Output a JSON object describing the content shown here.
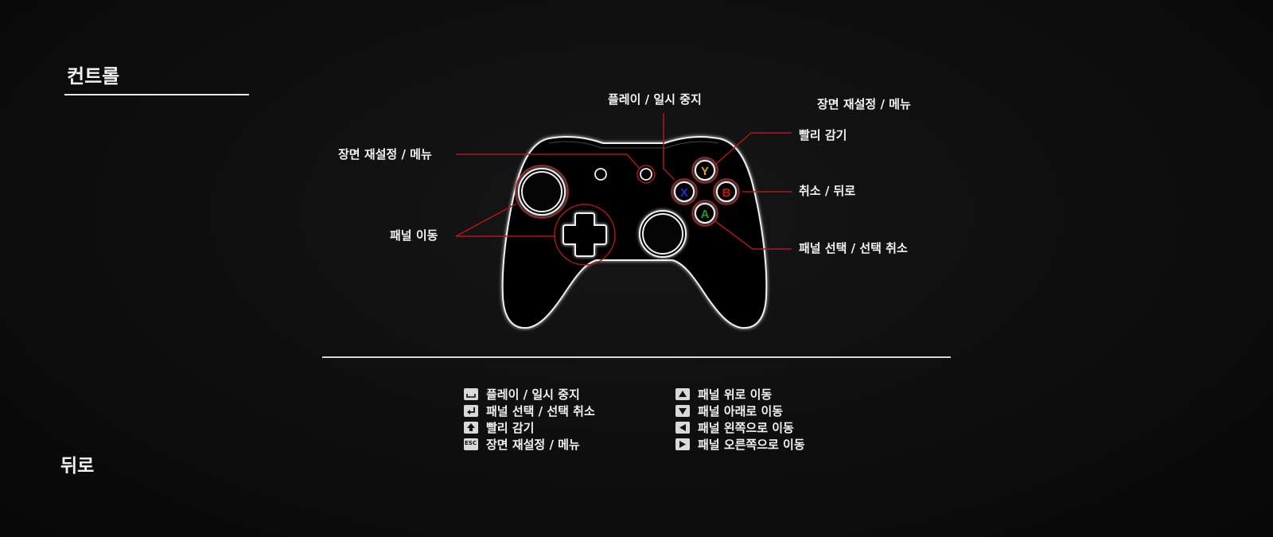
{
  "page": {
    "title": "컨트롤",
    "back_label": "뒤로"
  },
  "controller": {
    "labels": {
      "reset_left": "장면 재설정 / 메뉴",
      "move_left": "패널 이동",
      "play_top": "플레이 / 일시 중지",
      "reset_right": "장면 재설정 / 메뉴",
      "fast_forward": "빨리 감기",
      "cancel_back": "취소 / 뒤로",
      "select": "패널 선택 / 선택 취소"
    },
    "face_buttons": {
      "y": {
        "letter": "Y",
        "color": "#d9a520"
      },
      "x": {
        "letter": "X",
        "color": "#1d2ed6"
      },
      "b": {
        "letter": "B",
        "color": "#c81414"
      },
      "a": {
        "letter": "A",
        "color": "#1d9a2a"
      }
    },
    "colors": {
      "outline": "#f0f0f0",
      "callout": "#b01818"
    }
  },
  "keyboard": {
    "left": [
      {
        "icon": "space-key-icon",
        "label": "플레이 / 일시 중지"
      },
      {
        "icon": "enter-key-icon",
        "label": "패널 선택 / 선택 취소"
      },
      {
        "icon": "shift-key-icon",
        "label": "빨리 감기"
      },
      {
        "icon": "esc-key-icon",
        "key_text": "ESC",
        "label": "장면 재설정 / 메뉴"
      }
    ],
    "right": [
      {
        "icon": "arrow-up-key-icon",
        "label": "패널 위로 이동"
      },
      {
        "icon": "arrow-down-key-icon",
        "label": "패널 아래로 이동"
      },
      {
        "icon": "arrow-left-key-icon",
        "label": "패널 왼쪽으로 이동"
      },
      {
        "icon": "arrow-right-key-icon",
        "label": "패널 오른쪽으로 이동"
      }
    ]
  }
}
